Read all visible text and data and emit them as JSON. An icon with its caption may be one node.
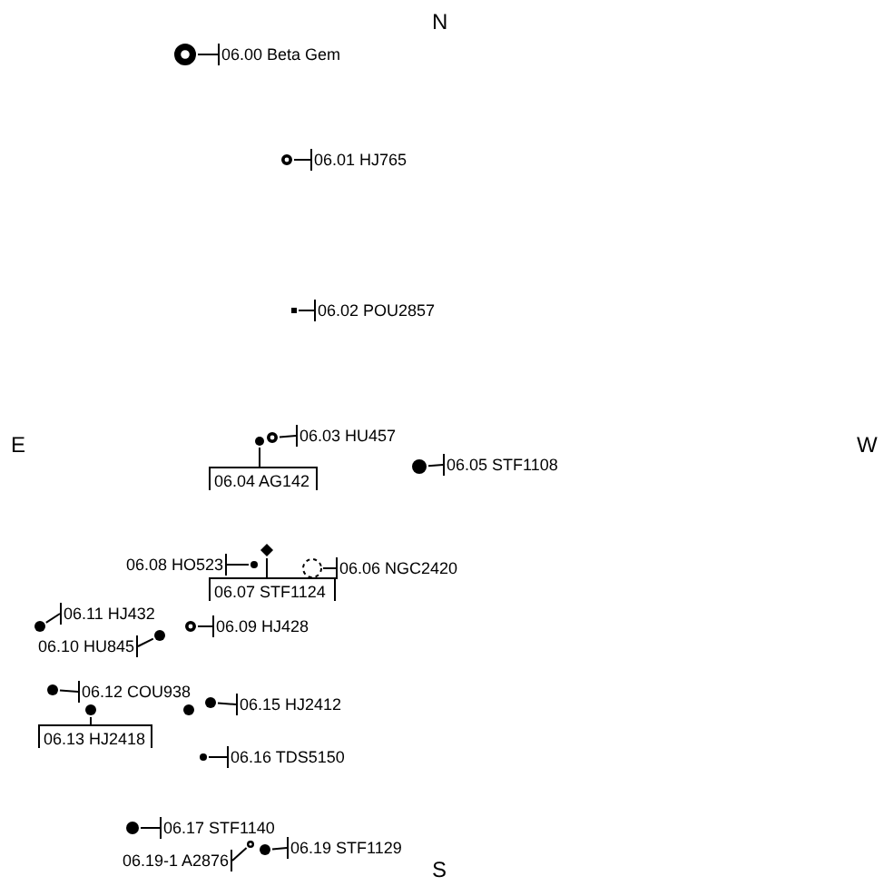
{
  "diagram": {
    "nodes": [
      {
        "text": [
          "06.00 Beta Gem"
        ]
      },
      {
        "text": [],
        "shape": "circle"
      },
      {
        "text": [
          "06.01 HJ765"
        ]
      },
      {
        "text": [],
        "shape": "circle"
      },
      {
        "text": [
          "06.02 POU2857"
        ]
      },
      {
        "text": [],
        "shape": "box"
      },
      {
        "text": [
          "06.03 HU457"
        ]
      },
      {
        "text": [],
        "shape": "circle"
      },
      {
        "text": [
          "06.04 AG142"
        ]
      },
      {
        "text": [],
        "shape": "circle"
      },
      {
        "text": [
          "06.05 STF1108"
        ]
      },
      {
        "text": [],
        "shape": "circle"
      },
      {
        "text": [
          "06.06 NGC2420"
        ]
      },
      {
        "text": [],
        "shape": "circle"
      },
      {
        "text": [
          "06.07 STF1124"
        ]
      },
      {
        "text": [],
        "shape": "diamond"
      },
      {
        "text": [
          "06.08 HO523"
        ]
      },
      {
        "text": [],
        "shape": "circle"
      },
      {
        "text": [
          "06.09 HJ428"
        ]
      },
      {
        "text": [],
        "shape": "circle"
      },
      {
        "text": [
          "06.10 HU845"
        ]
      },
      {
        "text": [],
        "shape": "circle"
      },
      {
        "text": [
          "06.11 HJ432"
        ]
      },
      {
        "text": [],
        "shape": "circle"
      },
      {
        "text": [
          "06.12 COU938"
        ]
      },
      {
        "text": [],
        "shape": "circle"
      },
      {
        "text": [
          "06.13 HJ2418"
        ]
      },
      {
        "text": [],
        "shape": "circle"
      },
      {
        "text": [
          "06.15 HJ2412"
        ]
      },
      {
        "text": [],
        "shape": "circle"
      },
      {
        "text": [
          "06.16 TDS5150"
        ]
      },
      {
        "text": [],
        "shape": "circle"
      },
      {
        "text": [
          "06.17 STF1140"
        ]
      },
      {
        "text": [],
        "shape": "circle"
      },
      {
        "text": [
          "06.19 STF1129"
        ]
      },
      {
        "text": [],
        "shape": "circle"
      },
      {
        "text": [
          "06.19-1 A2876"
        ]
      },
      {
        "text": [],
        "shape": "circle"
      }
    ],
    "edges": [
      {
        "from": 0,
        "to": 1,
        "arrow": "none"
      },
      {
        "from": 2,
        "to": 3,
        "arrow": "none"
      },
      {
        "from": 4,
        "to": 5,
        "arrow": "none"
      },
      {
        "from": 6,
        "to": 7,
        "arrow": "none"
      },
      {
        "from": 8,
        "to": 9,
        "arrow": "none"
      },
      {
        "from": 10,
        "to": 11,
        "arrow": "none"
      },
      {
        "from": 12,
        "to": 13,
        "arrow": "none"
      },
      {
        "from": 14,
        "to": 15,
        "arrow": "none"
      },
      {
        "from": 16,
        "to": 17,
        "arrow": "none"
      },
      {
        "from": 18,
        "to": 19,
        "arrow": "none"
      },
      {
        "from": 20,
        "to": 21,
        "arrow": "none"
      },
      {
        "from": 22,
        "to": 23,
        "arrow": "none"
      },
      {
        "from": 24,
        "to": 25,
        "arrow": "none"
      },
      {
        "from": 26,
        "to": 27,
        "arrow": "none"
      },
      {
        "from": 28,
        "to": 29,
        "arrow": "none"
      },
      {
        "from": 30,
        "to": 31,
        "arrow": "none"
      },
      {
        "from": 32,
        "to": 33,
        "arrow": "none"
      },
      {
        "from": 34,
        "to": 35,
        "arrow": "none"
      },
      {
        "from": 36,
        "to": 37,
        "arrow": "none"
      }
    ],
    "labels": [
      "N",
      "E",
      "W",
      "S"
    ]
  }
}
